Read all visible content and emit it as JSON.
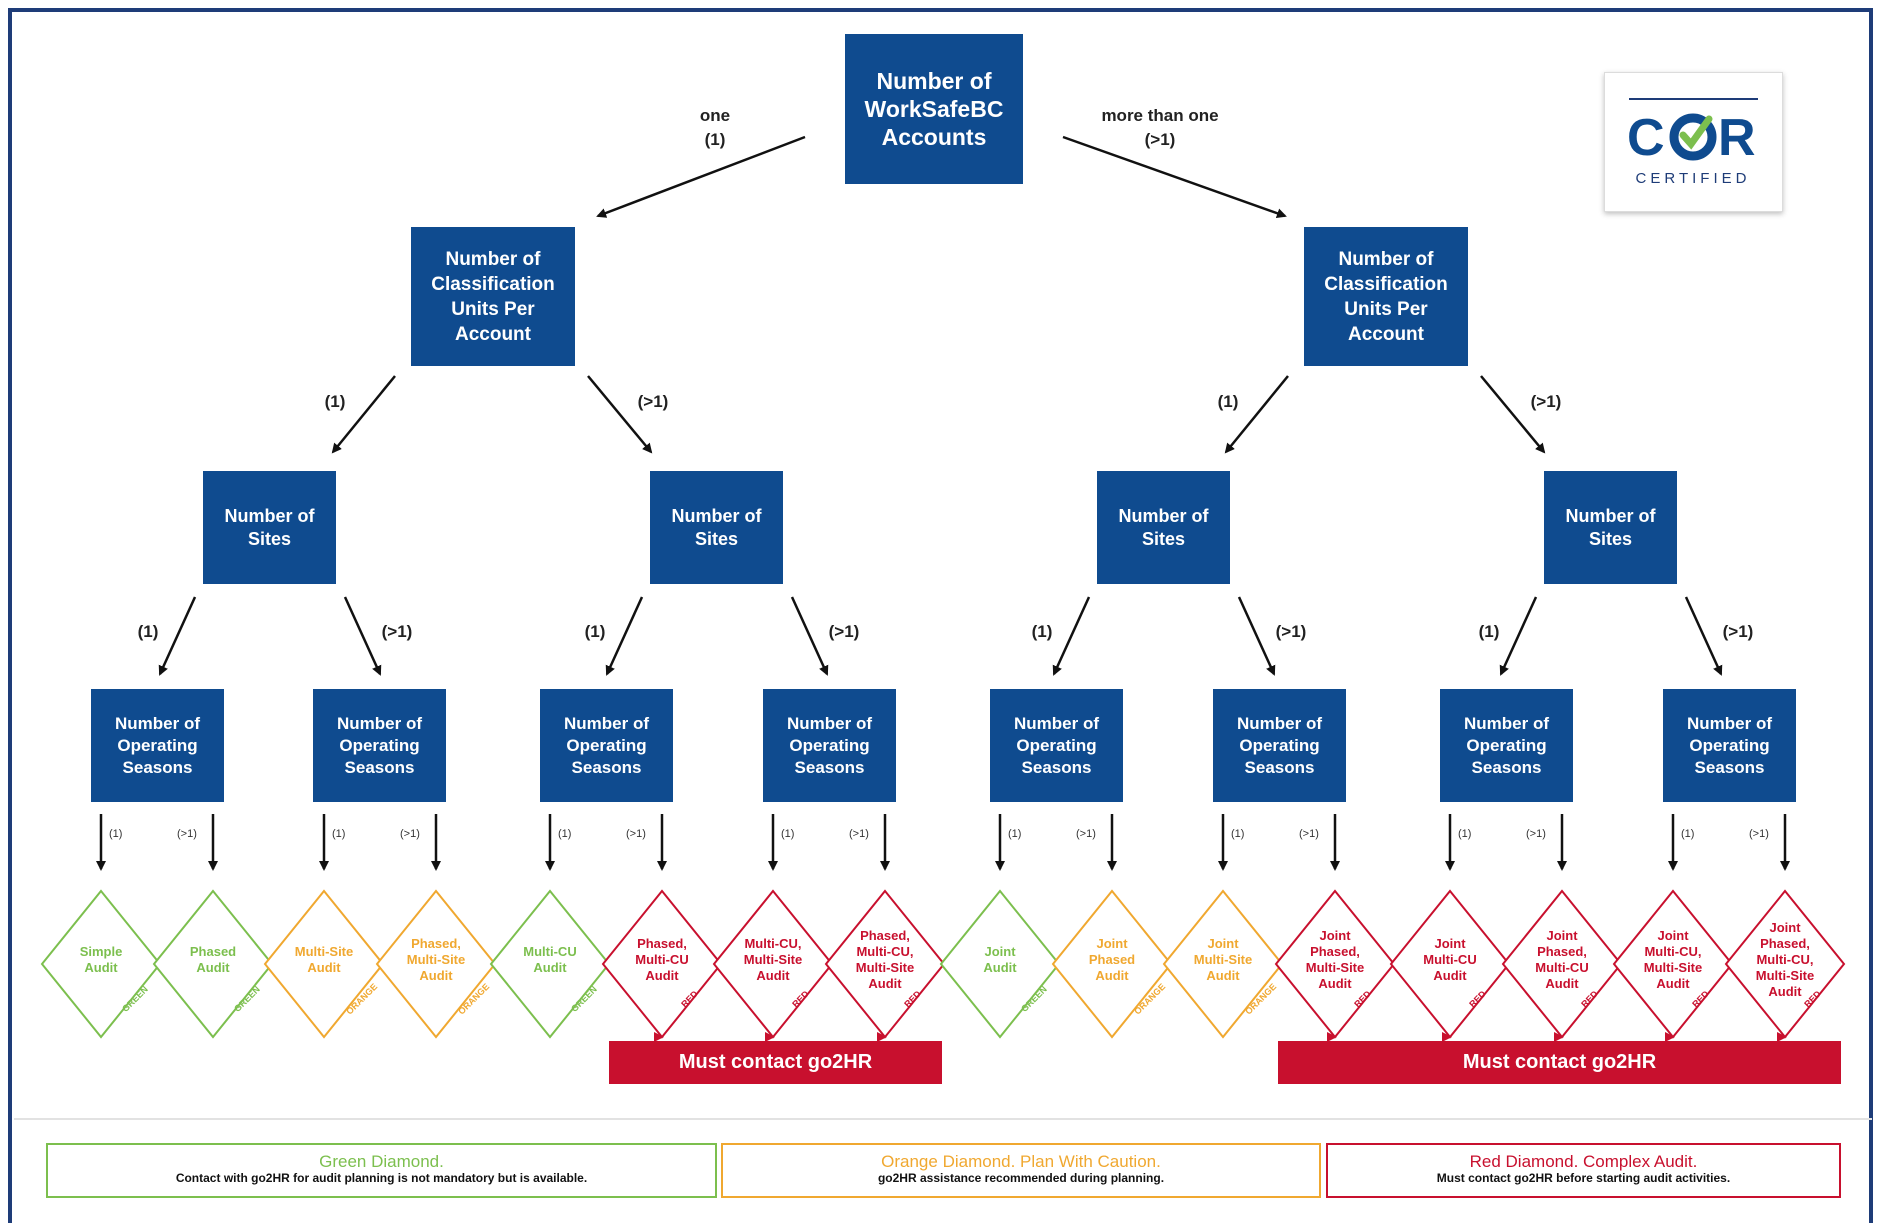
{
  "root": {
    "label": "Number of\nWorkSafeBC\nAccounts"
  },
  "root_edges": {
    "left": "one\n(1)",
    "right": "more than one\n(>1)"
  },
  "cu_nodes": [
    {
      "label": "Number of\nClassification\nUnits Per\nAccount"
    },
    {
      "label": "Number of\nClassification\nUnits Per\nAccount"
    }
  ],
  "cu_edges": [
    "(1)",
    "(>1)",
    "(1)",
    "(>1)"
  ],
  "site_nodes": [
    {
      "label": "Number of\nSites"
    },
    {
      "label": "Number of\nSites"
    },
    {
      "label": "Number of\nSites"
    },
    {
      "label": "Number of\nSites"
    }
  ],
  "site_edges": [
    "(1)",
    "(>1)",
    "(1)",
    "(>1)",
    "(1)",
    "(>1)",
    "(1)",
    "(>1)"
  ],
  "season_nodes": [
    {
      "label": "Number of\nOperating\nSeasons"
    },
    {
      "label": "Number of\nOperating\nSeasons"
    },
    {
      "label": "Number of\nOperating\nSeasons"
    },
    {
      "label": "Number of\nOperating\nSeasons"
    },
    {
      "label": "Number of\nOperating\nSeasons"
    },
    {
      "label": "Number of\nOperating\nSeasons"
    },
    {
      "label": "Number of\nOperating\nSeasons"
    },
    {
      "label": "Number of\nOperating\nSeasons"
    }
  ],
  "season_edges": [
    "(1)",
    "(>1)"
  ],
  "diamonds": [
    {
      "label": "Simple\nAudit",
      "color": "green",
      "tag": "GREEN"
    },
    {
      "label": "Phased\nAudit",
      "color": "green",
      "tag": "GREEN"
    },
    {
      "label": "Multi-Site\nAudit",
      "color": "orange",
      "tag": "ORANGE"
    },
    {
      "label": "Phased,\nMulti-Site\nAudit",
      "color": "orange",
      "tag": "ORANGE"
    },
    {
      "label": "Multi-CU\nAudit",
      "color": "green",
      "tag": "GREEN"
    },
    {
      "label": "Phased,\nMulti-CU\nAudit",
      "color": "red",
      "tag": "RED"
    },
    {
      "label": "Multi-CU,\nMulti-Site\nAudit",
      "color": "red",
      "tag": "RED"
    },
    {
      "label": "Phased,\nMulti-CU,\nMulti-Site\nAudit",
      "color": "red",
      "tag": "RED"
    },
    {
      "label": "Joint\nAudit",
      "color": "green",
      "tag": "GREEN"
    },
    {
      "label": "Joint\nPhased\nAudit",
      "color": "orange",
      "tag": "ORANGE"
    },
    {
      "label": "Joint\nMulti-Site\nAudit",
      "color": "orange",
      "tag": "ORANGE"
    },
    {
      "label": "Joint\nPhased,\nMulti-Site\nAudit",
      "color": "red",
      "tag": "RED"
    },
    {
      "label": "Joint\nMulti-CU\nAudit",
      "color": "red",
      "tag": "RED"
    },
    {
      "label": "Joint\nPhased,\nMulti-CU\nAudit",
      "color": "red",
      "tag": "RED"
    },
    {
      "label": "Joint\nMulti-CU,\nMulti-Site\nAudit",
      "color": "red",
      "tag": "RED"
    },
    {
      "label": "Joint\nPhased,\nMulti-CU,\nMulti-Site\nAudit",
      "color": "red",
      "tag": "RED"
    }
  ],
  "must_contact": [
    "Must contact go2HR",
    "Must contact go2HR"
  ],
  "legend": [
    {
      "title": "Green Diamond.",
      "desc": "Contact with go2HR for audit planning is not mandatory but is available.",
      "color": "green"
    },
    {
      "title": "Orange Diamond. Plan With Caution.",
      "desc": "go2HR assistance recommended during planning.",
      "color": "orange"
    },
    {
      "title": "Red Diamond. Complex Audit.",
      "desc": "Must contact go2HR before starting audit activities.",
      "color": "red"
    }
  ],
  "logo": {
    "text_c": "C",
    "text_r": "R",
    "subtitle": "CERTIFIED"
  },
  "colors": {
    "box": "#0f4b8f",
    "green": "#7cbf4e",
    "orange": "#f0a830",
    "red": "#c8102e",
    "frame": "#1e3c78"
  }
}
